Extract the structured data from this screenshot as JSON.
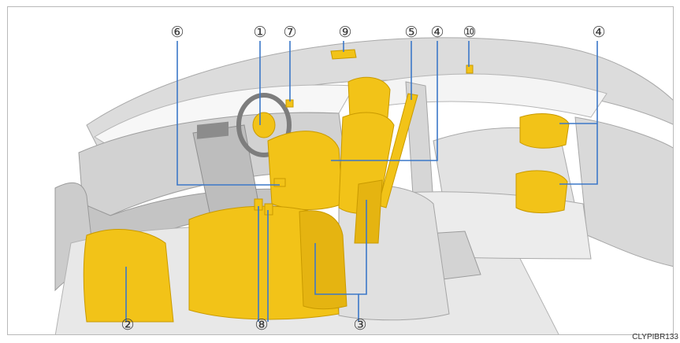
{
  "colors": {
    "airbag_fill": "#f2c318",
    "airbag_edge": "#c99a00",
    "interior_light": "#e6e6e6",
    "interior_mid": "#cfcfcf",
    "interior_dark": "#a9a9a9",
    "leader_line": "#3c78c8"
  },
  "callouts": [
    {
      "id": "c1",
      "label": "①"
    },
    {
      "id": "c2",
      "label": "②"
    },
    {
      "id": "c3",
      "label": "③"
    },
    {
      "id": "c4a",
      "label": "④"
    },
    {
      "id": "c4b",
      "label": "④"
    },
    {
      "id": "c5",
      "label": "⑤"
    },
    {
      "id": "c6",
      "label": "⑥"
    },
    {
      "id": "c7",
      "label": "⑦"
    },
    {
      "id": "c8",
      "label": "⑧"
    },
    {
      "id": "c9",
      "label": "⑨"
    },
    {
      "id": "c10",
      "label": "⑩"
    }
  ],
  "image_code": "CLYPIBR133"
}
